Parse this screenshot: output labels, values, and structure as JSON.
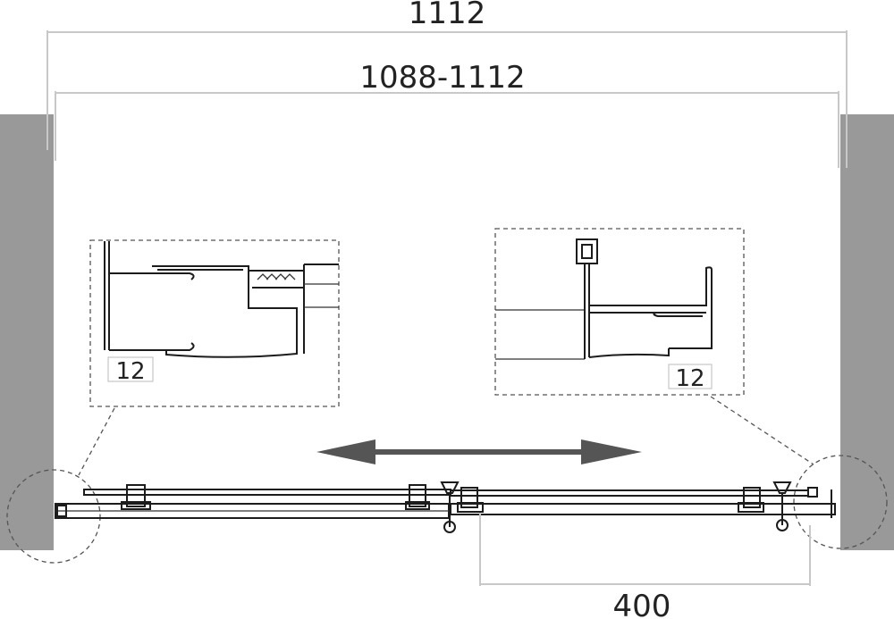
{
  "dimensions": {
    "overall_width": "1112",
    "adjustable_range": "1088-1112",
    "opening_width": "400"
  },
  "details": {
    "left_gap": "12",
    "right_gap": "12"
  },
  "colors": {
    "wall": "#999999",
    "line": "#1c1c1c",
    "dimension_line": "#c8c8c8",
    "arrow": "#555555"
  }
}
